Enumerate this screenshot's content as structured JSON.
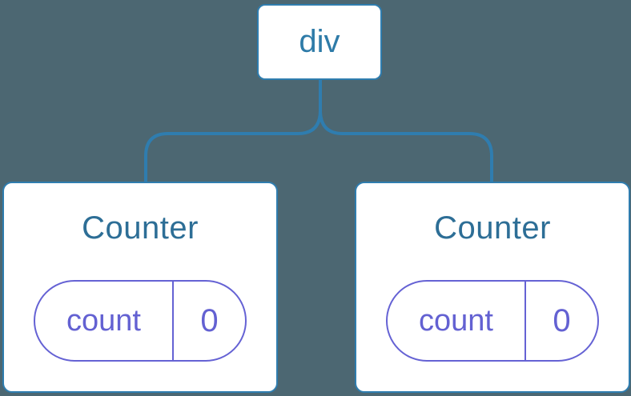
{
  "diagram": {
    "root": {
      "label": "div"
    },
    "components": [
      {
        "title": "Counter",
        "state": {
          "key": "count",
          "value": "0"
        }
      },
      {
        "title": "Counter",
        "state": {
          "key": "count",
          "value": "0"
        }
      }
    ]
  },
  "colors": {
    "background": "#4C6772",
    "connector_blue": "#2F7DAF",
    "root_label_blue": "#2E7BA8",
    "component_title_blue": "#2D6E96",
    "state_purple": "#6562D4",
    "card_background": "#FFFFFF"
  }
}
